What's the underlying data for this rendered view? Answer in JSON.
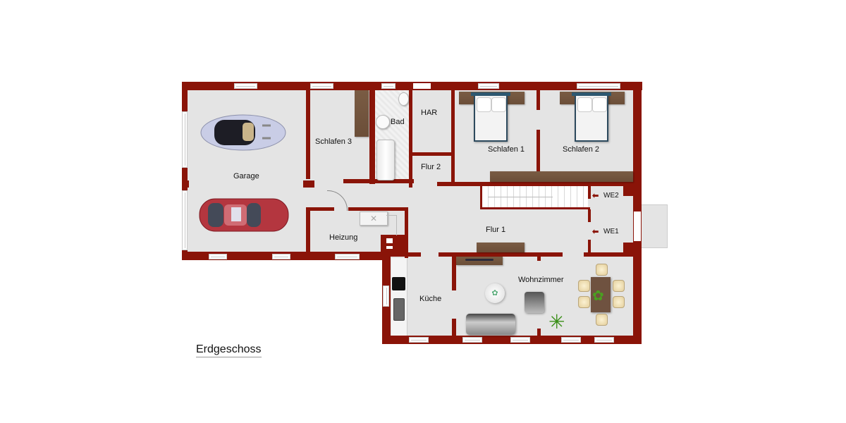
{
  "plan": {
    "title": "Erdgeschoss",
    "colors": {
      "wall": "#8a1408",
      "floor": "#e4e4e4",
      "furniture_wood": "#6f5240",
      "background": "#ffffff"
    }
  },
  "rooms": {
    "garage": "Garage",
    "schlafen3": "Schlafen 3",
    "bad": "Bad",
    "har": "HAR",
    "flur2": "Flur 2",
    "schlafen1": "Schlafen 1",
    "schlafen2": "Schlafen 2",
    "heizung": "Heizung",
    "flur1": "Flur 1",
    "kueche": "Küche",
    "wohnzimmer": "Wohnzimmer"
  },
  "entrances": {
    "we2": "WE2",
    "we1": "WE1",
    "arrow_glyph": "⬅"
  },
  "icons": {
    "car_convertible": "car-convertible-icon",
    "car_sedan": "car-sedan-icon",
    "bed": "bed-icon",
    "bathtub": "bathtub-icon",
    "sink": "sink-icon",
    "toilet": "toilet-icon",
    "stairs": "stairs-icon",
    "sofa": "sofa-icon",
    "armchair": "armchair-icon",
    "plant": "plant-icon",
    "dining_table": "dining-table-icon",
    "stove": "stove-icon",
    "heater": "heater-icon"
  }
}
